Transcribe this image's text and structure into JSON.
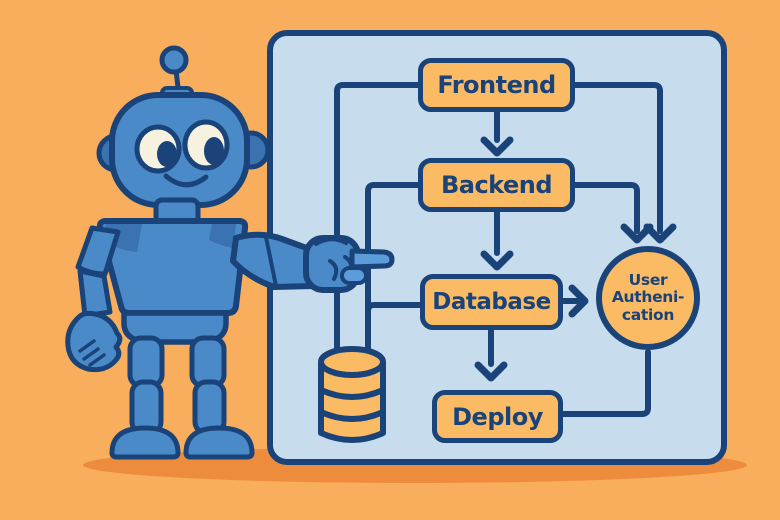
{
  "diagram": {
    "nodes": [
      {
        "id": "frontend",
        "shape": "box",
        "label": "Frontend"
      },
      {
        "id": "backend",
        "shape": "box",
        "label": "Backend"
      },
      {
        "id": "database",
        "shape": "box",
        "label": "Database"
      },
      {
        "id": "deploy",
        "shape": "box",
        "label": "Deploy"
      },
      {
        "id": "user-auth",
        "shape": "circle",
        "label": "User Authenication",
        "lines": [
          "User",
          "Autheni-",
          "cation"
        ]
      },
      {
        "id": "datastore",
        "shape": "cylinder-icon",
        "label": ""
      }
    ],
    "edges": [
      {
        "from": "frontend",
        "to": "backend",
        "arrowhead": true,
        "route": "straight-down"
      },
      {
        "from": "backend",
        "to": "database",
        "arrowhead": true,
        "route": "straight-down"
      },
      {
        "from": "database",
        "to": "deploy",
        "arrowhead": true,
        "route": "straight-down"
      },
      {
        "from": "database",
        "to": "user-auth",
        "arrowhead": true,
        "route": "right"
      },
      {
        "from": "frontend",
        "to": "user-auth",
        "arrowhead": true,
        "route": "right-then-down"
      },
      {
        "from": "backend",
        "to": "user-auth",
        "arrowhead": true,
        "route": "right-then-down"
      },
      {
        "from": "frontend",
        "to": "datastore",
        "arrowhead": false,
        "route": "left-then-down"
      },
      {
        "from": "backend",
        "to": "database",
        "arrowhead": false,
        "route": "left-down-then-right-via-datastore"
      },
      {
        "from": "deploy",
        "to": "user-auth",
        "arrowhead": false,
        "route": "right-then-up"
      }
    ]
  },
  "icons": {
    "mascot": "robot-pointing-icon",
    "datastore": "database-cylinder-icon"
  },
  "colors": {
    "background_orange": "#F8AE5C",
    "shadow_orange": "#EE8C3D",
    "panel_blue": "#C7DCEC",
    "outline_navy": "#1A4379",
    "node_fill_orange": "#FABB64",
    "robot_blue": "#4A8AC8",
    "robot_dark_blue": "#3A72B2",
    "robot_light_blue": "#5B9CD9",
    "eye_cream": "#F7F2DF"
  }
}
